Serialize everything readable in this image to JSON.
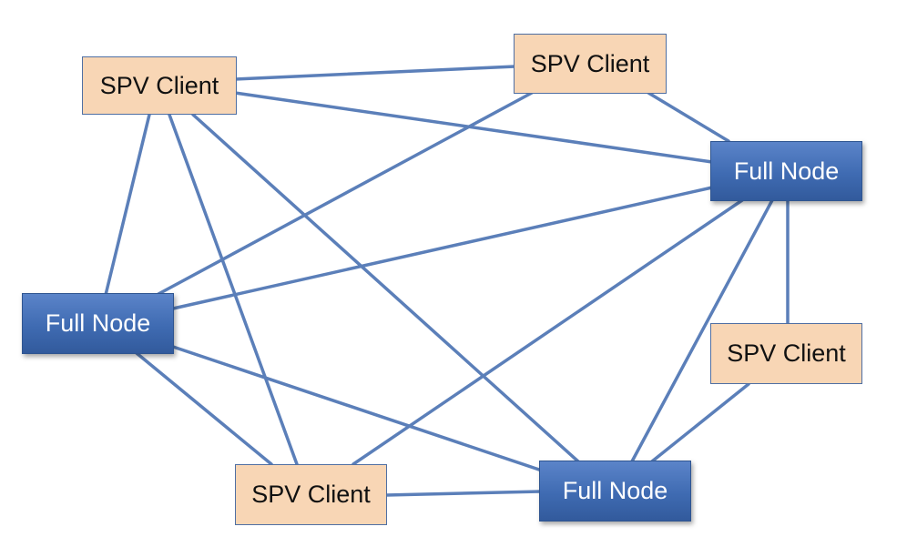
{
  "diagram": {
    "colors": {
      "edge": "#5b7fb9",
      "spv_fill": "#f8d6b5",
      "full_fill": "#3f6bb2",
      "full_text": "#ffffff",
      "spv_text": "#111111"
    },
    "nodes": [
      {
        "id": "spv_topleft",
        "type": "spv",
        "label": "SPV Client"
      },
      {
        "id": "spv_topmid",
        "type": "spv",
        "label": "SPV Client"
      },
      {
        "id": "full_right",
        "type": "full",
        "label": "Full Node"
      },
      {
        "id": "full_left",
        "type": "full",
        "label": "Full Node"
      },
      {
        "id": "spv_right",
        "type": "spv",
        "label": "SPV Client"
      },
      {
        "id": "spv_bottom",
        "type": "spv",
        "label": "SPV Client"
      },
      {
        "id": "full_bottom",
        "type": "full",
        "label": "Full Node"
      }
    ],
    "edges": [
      {
        "from": "spv_topleft",
        "to": "spv_topmid"
      },
      {
        "from": "spv_topleft",
        "to": "full_right"
      },
      {
        "from": "spv_topleft",
        "to": "full_left"
      },
      {
        "from": "spv_topleft",
        "to": "spv_bottom"
      },
      {
        "from": "spv_topleft",
        "to": "full_bottom"
      },
      {
        "from": "spv_topmid",
        "to": "full_right"
      },
      {
        "from": "spv_topmid",
        "to": "full_left"
      },
      {
        "from": "full_right",
        "to": "full_left"
      },
      {
        "from": "full_right",
        "to": "spv_bottom"
      },
      {
        "from": "full_right",
        "to": "full_bottom"
      },
      {
        "from": "full_right",
        "to": "spv_right"
      },
      {
        "from": "full_left",
        "to": "spv_bottom"
      },
      {
        "from": "full_left",
        "to": "full_bottom"
      },
      {
        "from": "spv_bottom",
        "to": "full_bottom"
      },
      {
        "from": "spv_right",
        "to": "full_bottom"
      }
    ]
  }
}
